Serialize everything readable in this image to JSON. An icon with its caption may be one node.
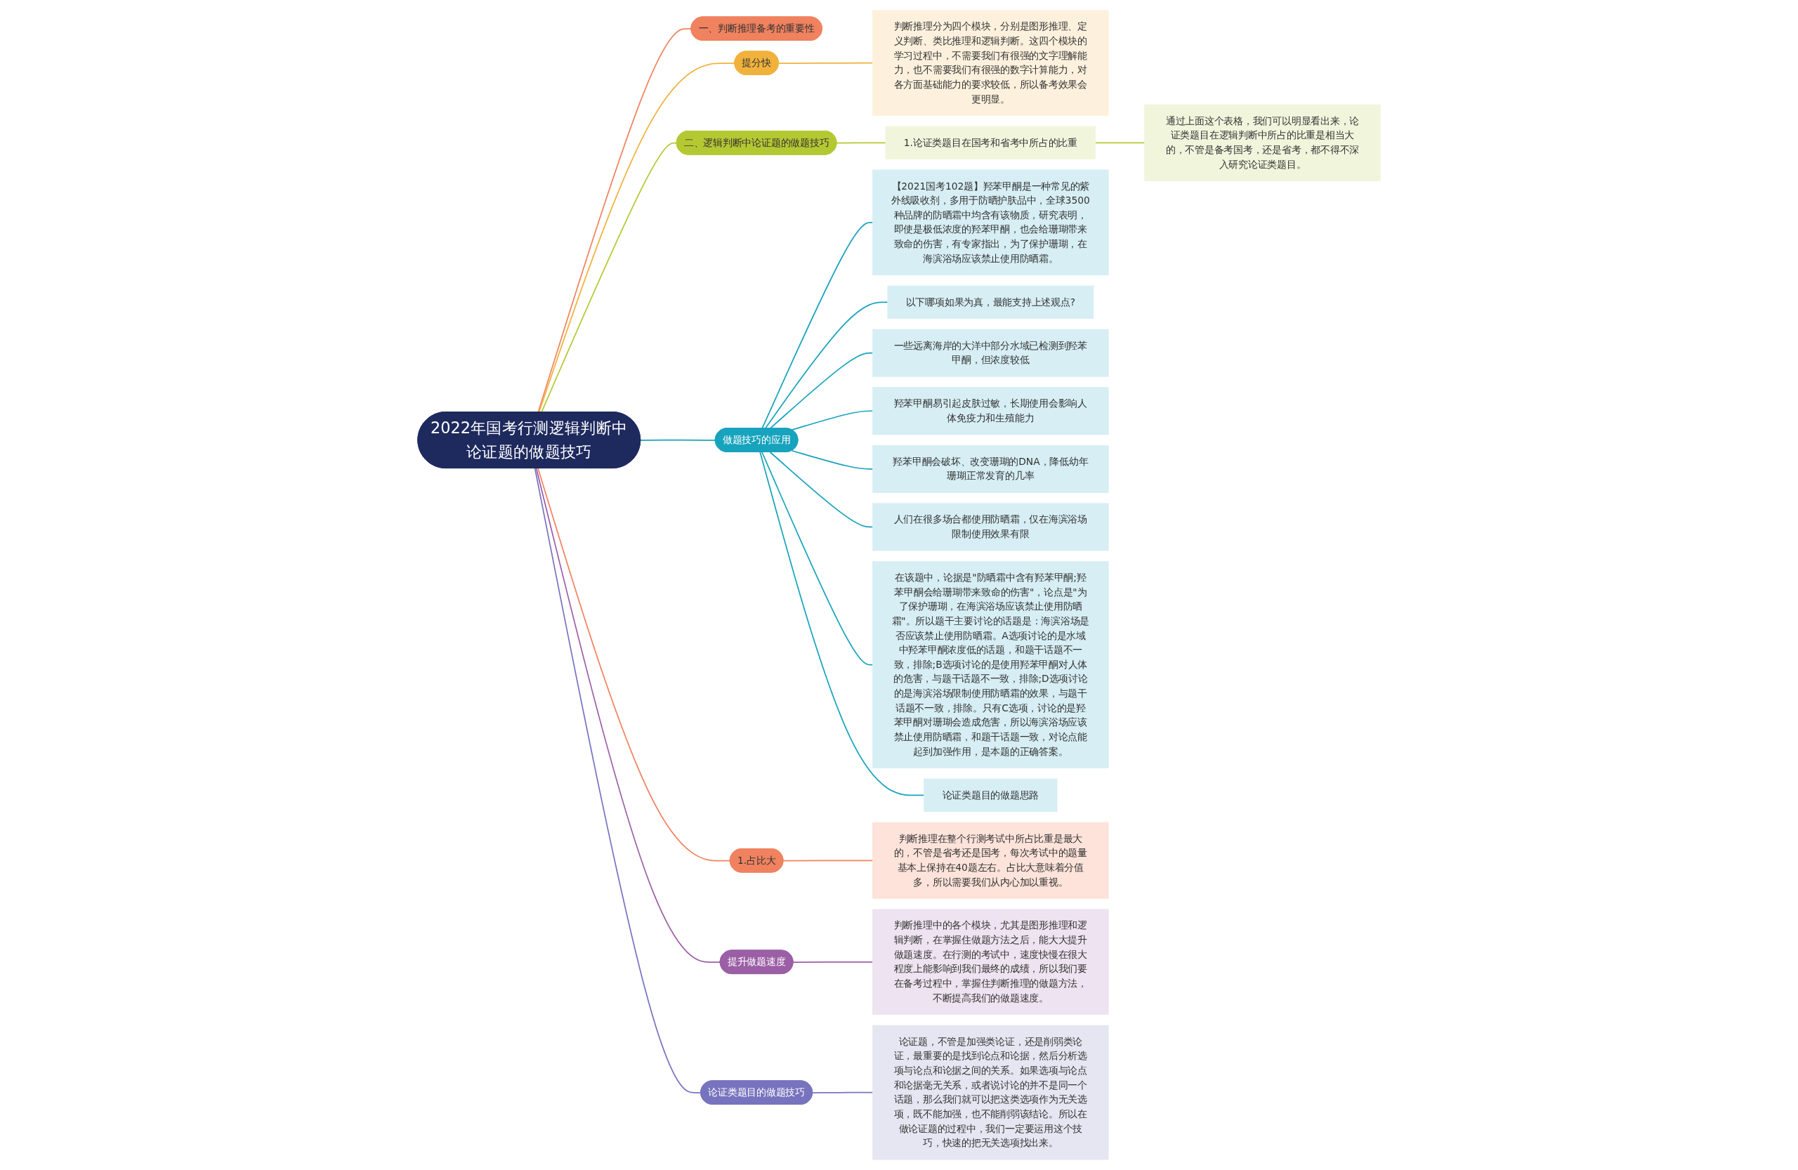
{
  "diagram": {
    "nodes": [
      {
        "text": [
          "2022年国考行测逻辑判断中论证题的做题技巧"
        ]
      },
      {
        "text": [
          "一、判断推理备考的重要性"
        ]
      },
      {
        "text": [
          "提分快"
        ]
      },
      {
        "text": [
          "判断推理分为四个模块，分别是图形推理、定义判断、类比推理和逻辑判断。这四个模块的学习过程中，不需要我们有很强的文字理解能力，也不需要我们有很强的数字计算能力，对各方面基础能力的要求较低，所以备考效果会更明显。"
        ]
      },
      {
        "text": [
          "二、逻辑判断中论证题的做题技巧"
        ]
      },
      {
        "text": [
          "1.论证类题目在国考和省考中所占的比重"
        ]
      },
      {
        "text": [
          "通过上面这个表格，我们可以明显看出来，论证类题目在逻辑判断中所占的比重是相当大的，不管是备考国考，还是省考，都不得不深入研究论证类题目。"
        ]
      },
      {
        "text": [
          "做题技巧的应用"
        ]
      },
      {
        "text": [
          "【2021国考102题】羟苯甲酮是一种常见的紫外线吸收剂，多用于防晒护肤品中，全球3500种品牌的防晒霜中均含有该物质，研究表明，即使是极低浓度的羟苯甲酮，也会给珊瑚带来致命的伤害，有专家指出，为了保护珊瑚，在海滨浴场应该禁止使用防晒霜。"
        ]
      },
      {
        "text": [
          "以下哪项如果为真，最能支持上述观点?"
        ]
      },
      {
        "text": [
          "一些远离海岸的大洋中部分水域已检测到羟苯甲酮，但浓度较低"
        ]
      },
      {
        "text": [
          "羟苯甲酮易引起皮肤过敏，长期使用会影响人体免疫力和生殖能力"
        ]
      },
      {
        "text": [
          "羟苯甲酮会破坏、改变珊瑚的DNA，降低幼年珊瑚正常发育的几率"
        ]
      },
      {
        "text": [
          "人们在很多场合都使用防晒霜，仅在海滨浴场限制使用效果有限"
        ]
      },
      {
        "text": [
          "在该题中，论据是\"防晒霜中含有羟苯甲酮;羟苯甲酮会给珊瑚带来致命的伤害\"，论点是\"为了保护珊瑚，在海滨浴场应该禁止使用防晒霜\"。所以题干主要讨论的话题是：海滨浴场是否应该禁止使用防晒霜。A选项讨论的是水域中羟苯甲酮浓度低的话题，和题干话题不一致，排除;B选项讨论的是使用羟苯甲酮对人体的危害，与题干话题不一致，排除;D选项讨论的是海滨浴场限制使用防晒霜的效果，与题干话题不一致，排除。只有C选项，讨论的是羟苯甲酮对珊瑚会造成危害，所以海滨浴场应该禁止使用防晒霜，和题干话题一致，对论点能起到加强作用，是本题的正确答案。"
        ]
      },
      {
        "text": [
          "论证类题目的做题思路"
        ]
      },
      {
        "text": [
          "1.占比大"
        ]
      },
      {
        "text": [
          "判断推理在整个行测考试中所占比重是最大的，不管是省考还是国考，每次考试中的题量基本上保持在40题左右。占比大意味着分值多，所以需要我们从内心加以重视。"
        ]
      },
      {
        "text": [
          "提升做题速度"
        ]
      },
      {
        "text": [
          "判断推理中的各个模块，尤其是图形推理和逻辑判断，在掌握住做题方法之后，能大大提升做题速度。在行测的考试中，速度快慢在很大程度上能影响到我们最终的成绩，所以我们要在备考过程中，掌握住判断推理的做题方法，不断提高我们的做题速度。"
        ]
      },
      {
        "text": [
          "论证类题目的做题技巧"
        ]
      },
      {
        "text": [
          "论证题，不管是加强类论证，还是削弱类论证，最重要的是找到论点和论据，然后分析选项与论点和论据之间的关系。如果选项与论点和论据毫无关系，或者说讨论的并不是同一个话题，那么我们就可以把这类选项作为无关选项，既不能加强，也不能削弱该结论。所以在做论证题的过程中，我们一定要运用这个技巧，快速的把无关选项找出来。"
        ]
      }
    ],
    "edges": [
      {
        "from": 0,
        "to": 1,
        "arrow": "none",
        "color": "#f0825f"
      },
      {
        "from": 0,
        "to": 2,
        "arrow": "none",
        "color": "#f0b23c"
      },
      {
        "from": 2,
        "to": 3,
        "arrow": "none",
        "color": "#f0b23c"
      },
      {
        "from": 0,
        "to": 4,
        "arrow": "none",
        "color": "#b4c832"
      },
      {
        "from": 4,
        "to": 5,
        "arrow": "none",
        "color": "#b4c832"
      },
      {
        "from": 5,
        "to": 6,
        "arrow": "none",
        "color": "#b4c832"
      },
      {
        "from": 0,
        "to": 7,
        "arrow": "none"
      },
      {
        "from": 7,
        "to": 8,
        "arrow": "none"
      },
      {
        "from": 7,
        "to": 9,
        "arrow": "none"
      },
      {
        "from": 7,
        "to": 10,
        "arrow": "none"
      },
      {
        "from": 7,
        "to": 11,
        "arrow": "none"
      },
      {
        "from": 7,
        "to": 12,
        "arrow": "none"
      },
      {
        "from": 7,
        "to": 13,
        "arrow": "none"
      },
      {
        "from": 7,
        "to": 14,
        "arrow": "none"
      },
      {
        "from": 7,
        "to": 15,
        "arrow": "none"
      },
      {
        "from": 0,
        "to": 16,
        "arrow": "none",
        "color": "#f0825f"
      },
      {
        "from": 16,
        "to": 17,
        "arrow": "none",
        "color": "#f0825f"
      },
      {
        "from": 0,
        "to": 18,
        "arrow": "none",
        "color": "#9b5fa5"
      },
      {
        "from": 18,
        "to": 19,
        "arrow": "none",
        "color": "#9b5fa5"
      },
      {
        "from": 0,
        "to": 20,
        "arrow": "none",
        "color": "#7873be"
      },
      {
        "from": 20,
        "to": 21,
        "arrow": "none",
        "color": "#7873be"
      }
    ]
  }
}
